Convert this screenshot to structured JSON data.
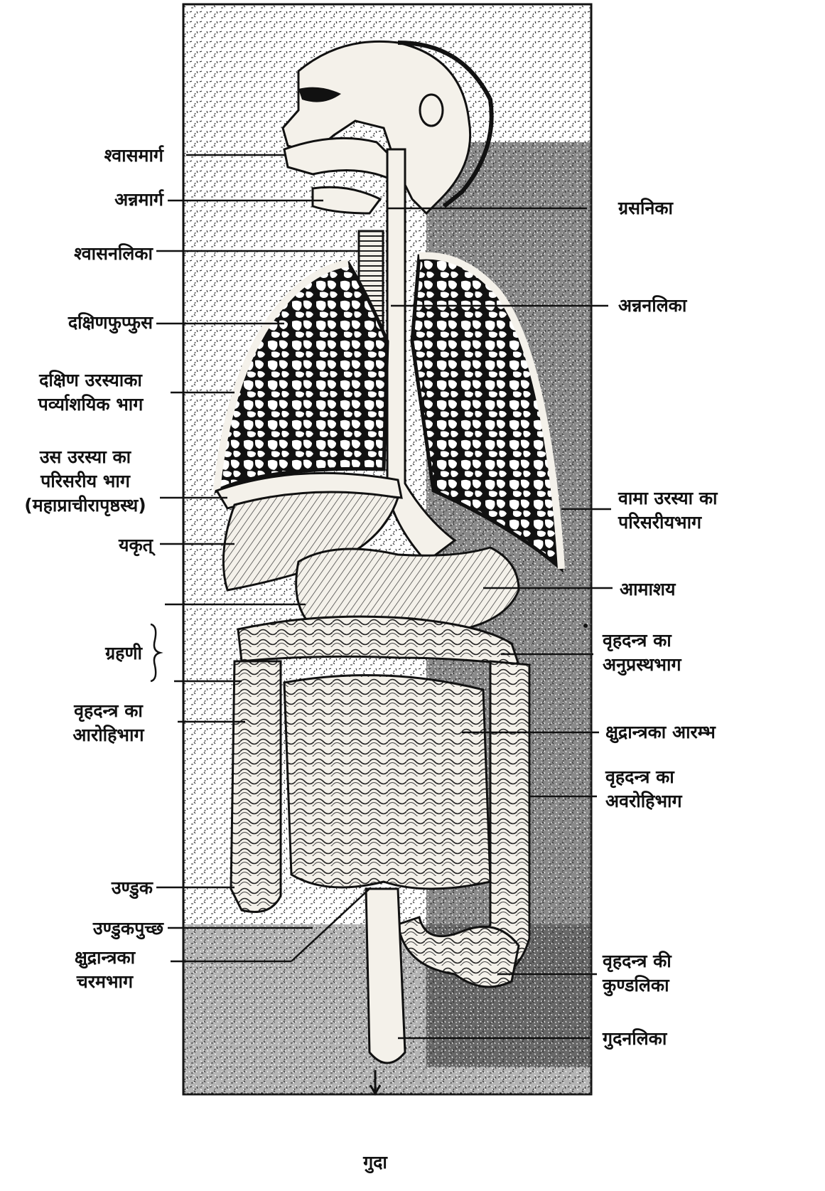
{
  "labels": {
    "shwasamarg": "श्वासमार्ग",
    "annamarg": "अन्नमार्ग",
    "shwasanalika": "श्वासनलिका",
    "dakshinphuphphus": "दक्षिणफुप्फुस",
    "dakshin_urasya_1": "दक्षिण उरस्याका",
    "dakshin_urasya_2": "पर्व्याशयिक भाग",
    "us_urasya_1": "उस उरस्या का",
    "us_urasya_2": "परिसरीय भाग",
    "us_urasya_3": "(महाप्राचीरापृष्ठस्थ)",
    "yakrit": "यकृत्",
    "grahani": "ग्रहणी",
    "aarohi_1": "वृहदन्त्र का",
    "aarohi_2": "आरोहिभाग",
    "undukka": "उण्डुक",
    "undukpuchh": "उण्डुकपुच्छ",
    "kshudra_charam_1": "क्षुद्रान्त्रका",
    "kshudra_charam_2": "चरमभाग",
    "grasanika": "ग्रसनिका",
    "annanalika": "अन्ननलिका",
    "vama_urasya_1": "वामा उरस्या का",
    "vama_urasya_2": "परिसरीयभाग",
    "amashay": "आमाशय",
    "anuprasth_1": "वृहदन्त्र का",
    "anuprasth_2": "अनुप्रस्थभाग",
    "kshudra_arambh": "क्षुद्रान्त्रका आरम्भ",
    "avarohi_1": "वृहदन्त्र का",
    "avarohi_2": "अवरोहिभाग",
    "kundalika_1": "वृहदन्त्र की",
    "kundalika_2": "कुण्डलिका",
    "gudanalika": "गुदनलिका",
    "guda": "गुदा"
  },
  "colors": {
    "ink": "#111111",
    "paper": "#ffffff",
    "organ_fill": "#f4f1ea",
    "lung_cell": "#ffffff"
  }
}
